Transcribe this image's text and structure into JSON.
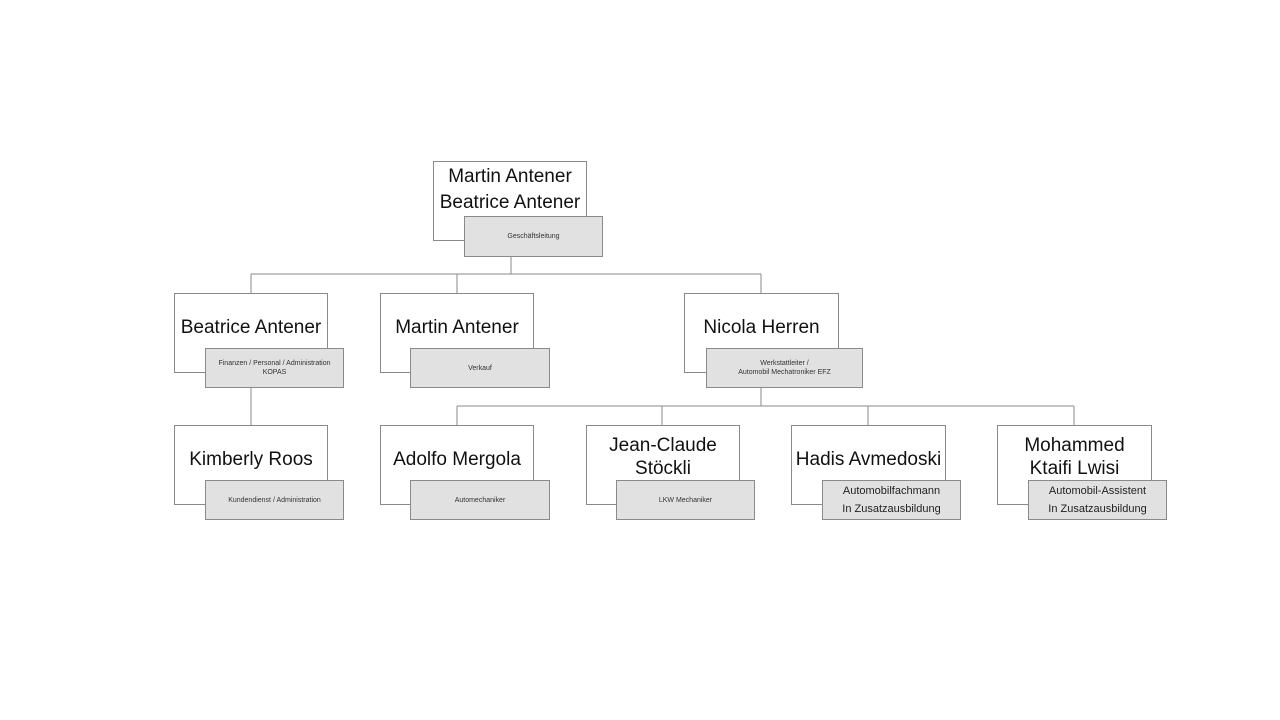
{
  "nodes": {
    "ceo": {
      "names": [
        "Martin Antener",
        "Beatrice Antener"
      ],
      "role": [
        "Geschäftsleitung"
      ]
    },
    "beatrice": {
      "names": [
        "Beatrice Antener"
      ],
      "role": [
        "Finanzen / Personal / Administration",
        "KOPAS"
      ]
    },
    "martin": {
      "names": [
        "Martin Antener"
      ],
      "role": [
        "Verkauf"
      ]
    },
    "nicola": {
      "names": [
        "Nicola Herren"
      ],
      "role": [
        "Werkstattleiter /",
        "Automobil Mechatroniker EFZ"
      ]
    },
    "kimberly": {
      "names": [
        "Kimberly Roos"
      ],
      "role": [
        "Kundendienst  / Administration"
      ]
    },
    "adolfo": {
      "names": [
        "Adolfo Mergola"
      ],
      "role": [
        "Automechaniker"
      ]
    },
    "jeanclaude": {
      "names": [
        "Jean-Claude",
        "Stöckli"
      ],
      "role": [
        "LKW Mechaniker"
      ]
    },
    "hadis": {
      "names": [
        "Hadis Avmedoski"
      ],
      "role": [
        "Automobilfachmann",
        "In Zusatzausbildung"
      ]
    },
    "mohammed": {
      "names": [
        "Mohammed",
        "Ktaifi Lwisi"
      ],
      "role": [
        "Automobil-Assistent",
        "In Zusatzausbildung"
      ]
    }
  }
}
